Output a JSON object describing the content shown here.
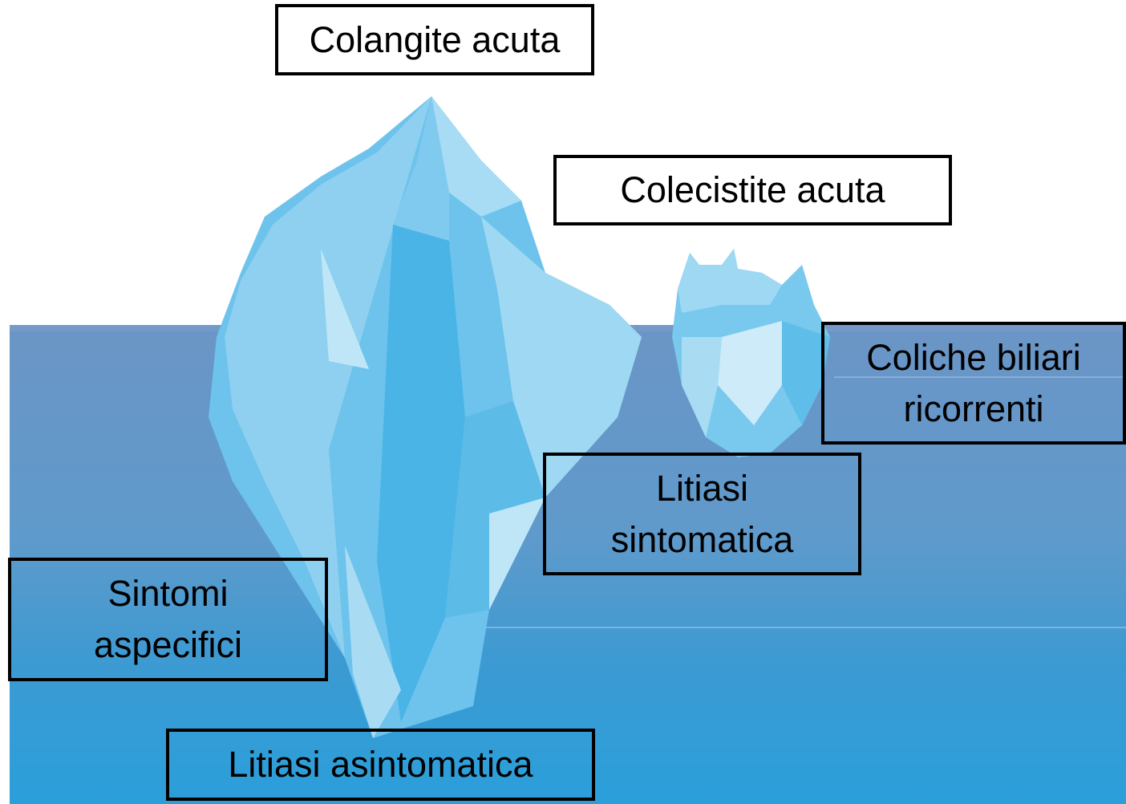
{
  "labels": {
    "colangite": "Colangite acuta",
    "colecistite": "Colecistite acuta",
    "coliche": [
      "Coliche biliari",
      "ricorrenti"
    ],
    "litiasi_sintomatica": [
      "Litiasi",
      "sintomatica"
    ],
    "sintomi": [
      "Sintomi",
      "aspecifici"
    ],
    "litiasi_asintomatica": "Litiasi asintomatica"
  },
  "colors": {
    "water_top": "#6a97c8",
    "water_bottom": "#2a9bd6",
    "ice_light": "#a9dcf3",
    "ice_mid": "#79c8ee",
    "ice_dark": "#4db6e6",
    "box_border": "#000000"
  }
}
